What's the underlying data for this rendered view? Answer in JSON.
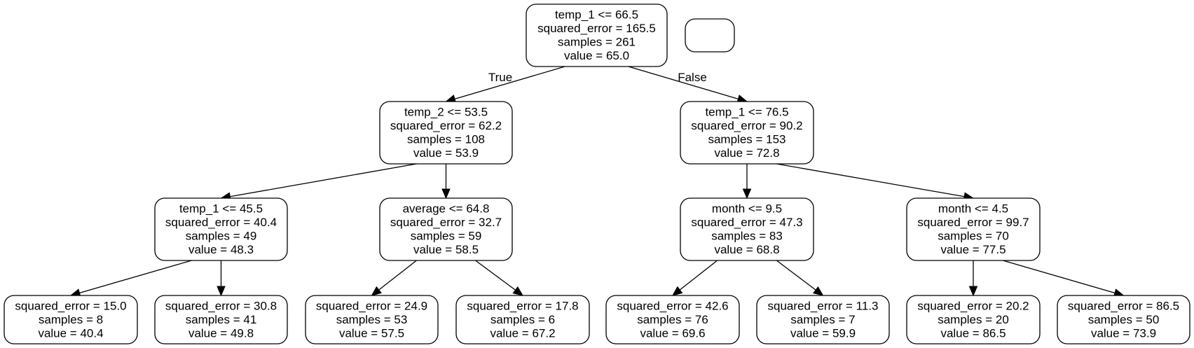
{
  "diagram": {
    "type": "decision-tree",
    "nodes": [
      {
        "id": "n0",
        "lines": [
          "temp_1 <= 66.5",
          "squared_error = 165.5",
          "samples = 261",
          "value = 65.0"
        ]
      },
      {
        "id": "legend",
        "lines": []
      },
      {
        "id": "n1",
        "lines": [
          "temp_2 <= 53.5",
          "squared_error = 62.2",
          "samples = 108",
          "value = 53.9"
        ]
      },
      {
        "id": "n2",
        "lines": [
          "temp_1 <= 76.5",
          "squared_error = 90.2",
          "samples = 153",
          "value = 72.8"
        ]
      },
      {
        "id": "n3",
        "lines": [
          "temp_1 <= 45.5",
          "squared_error = 40.4",
          "samples = 49",
          "value = 48.3"
        ]
      },
      {
        "id": "n4",
        "lines": [
          "average <= 64.8",
          "squared_error = 32.7",
          "samples = 59",
          "value = 58.5"
        ]
      },
      {
        "id": "n5",
        "lines": [
          "month <= 9.5",
          "squared_error = 47.3",
          "samples = 83",
          "value = 68.8"
        ]
      },
      {
        "id": "n6",
        "lines": [
          "month <= 4.5",
          "squared_error = 99.7",
          "samples = 70",
          "value = 77.5"
        ]
      },
      {
        "id": "n7",
        "lines": [
          "squared_error = 15.0",
          "samples = 8",
          "value = 40.4"
        ]
      },
      {
        "id": "n8",
        "lines": [
          "squared_error = 30.8",
          "samples = 41",
          "value = 49.8"
        ]
      },
      {
        "id": "n9",
        "lines": [
          "squared_error = 24.9",
          "samples = 53",
          "value = 57.5"
        ]
      },
      {
        "id": "n10",
        "lines": [
          "squared_error = 17.8",
          "samples = 6",
          "value = 67.2"
        ]
      },
      {
        "id": "n11",
        "lines": [
          "squared_error = 42.6",
          "samples = 76",
          "value = 69.6"
        ]
      },
      {
        "id": "n12",
        "lines": [
          "squared_error = 11.3",
          "samples = 7",
          "value = 59.9"
        ]
      },
      {
        "id": "n13",
        "lines": [
          "squared_error = 20.2",
          "samples = 20",
          "value = 86.5"
        ]
      },
      {
        "id": "n14",
        "lines": [
          "squared_error = 86.5",
          "samples = 50",
          "value = 73.9"
        ]
      }
    ],
    "edges": [
      {
        "from": "n0",
        "to": "n1",
        "label": "True"
      },
      {
        "from": "n0",
        "to": "n2",
        "label": "False"
      },
      {
        "from": "n1",
        "to": "n3",
        "label": ""
      },
      {
        "from": "n1",
        "to": "n4",
        "label": ""
      },
      {
        "from": "n2",
        "to": "n5",
        "label": ""
      },
      {
        "from": "n2",
        "to": "n6",
        "label": ""
      },
      {
        "from": "n3",
        "to": "n7",
        "label": ""
      },
      {
        "from": "n3",
        "to": "n8",
        "label": ""
      },
      {
        "from": "n4",
        "to": "n9",
        "label": ""
      },
      {
        "from": "n4",
        "to": "n10",
        "label": ""
      },
      {
        "from": "n5",
        "to": "n11",
        "label": ""
      },
      {
        "from": "n5",
        "to": "n12",
        "label": ""
      },
      {
        "from": "n6",
        "to": "n13",
        "label": ""
      },
      {
        "from": "n6",
        "to": "n14",
        "label": ""
      }
    ]
  }
}
